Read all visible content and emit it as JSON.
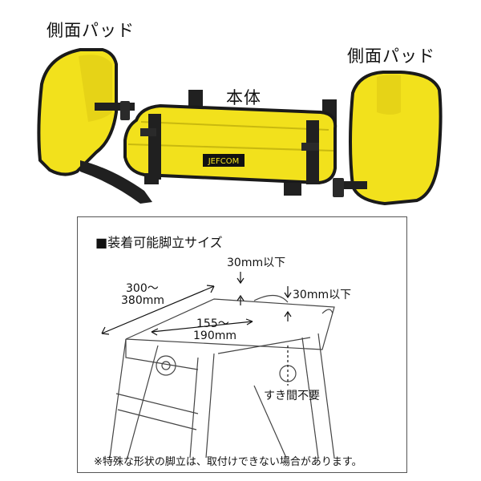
{
  "photo": {
    "left_pad_label": "側面パッド",
    "right_pad_label": "側面パッド",
    "body_label": "本体",
    "brand_tag": "JEFCOM",
    "colors": {
      "pad_yellow": "#f2e11c",
      "edge_black": "#1a1a1a",
      "strap_black": "#202020"
    }
  },
  "diagram": {
    "title": "■装着可能脚立サイズ",
    "dim_top_gap": "30mm以下",
    "dim_side_gap": "30mm以下",
    "dim_width": "300〜\n380mm",
    "dim_width_line1": "300〜",
    "dim_width_line2": "380mm",
    "dim_depth_line1": "155〜",
    "dim_depth_line2": "190mm",
    "gap_note": "すき間不要",
    "footnote": "※特殊な形状の脚立は、取付けできない場合があります。"
  }
}
